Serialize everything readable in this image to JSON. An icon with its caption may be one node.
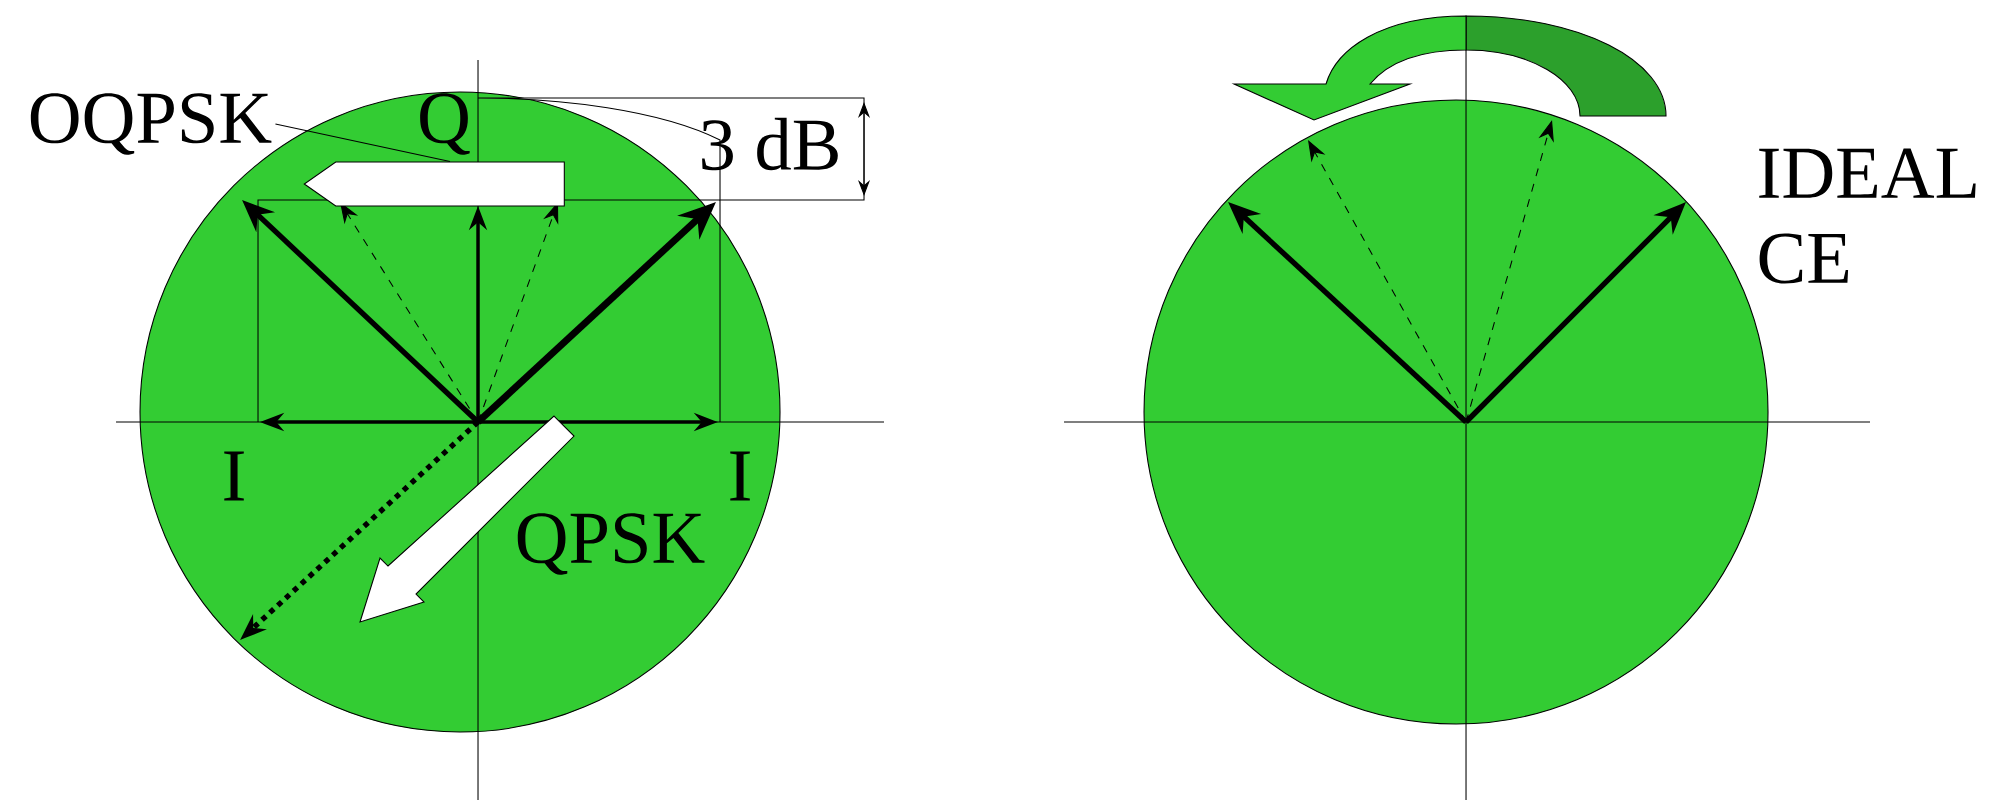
{
  "diagram": {
    "nodes": [
      {
        "text": [
          "OQPSK"
        ]
      },
      {
        "text": [],
        "shape": "arrow"
      }
    ],
    "edges": [
      {
        "from": 0,
        "to": 1,
        "arrow": "none"
      }
    ],
    "labels": [
      "Q",
      "3 dB",
      "I",
      "I",
      "QPSK",
      "IDEAL CE"
    ]
  }
}
